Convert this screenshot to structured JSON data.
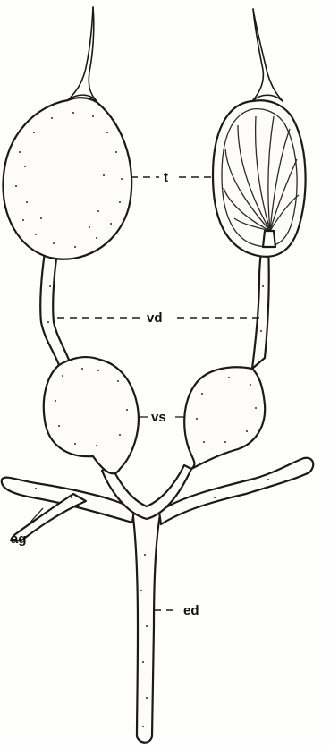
{
  "figure": {
    "labels": {
      "testis": "t",
      "vas_deferens": "vd",
      "vesicula_seminalis": "vs",
      "accessory_gland": "ag",
      "ejaculatory_duct": "ed"
    }
  },
  "colors": {
    "ink": "#1a1a1a",
    "paper": "#fefefc"
  }
}
